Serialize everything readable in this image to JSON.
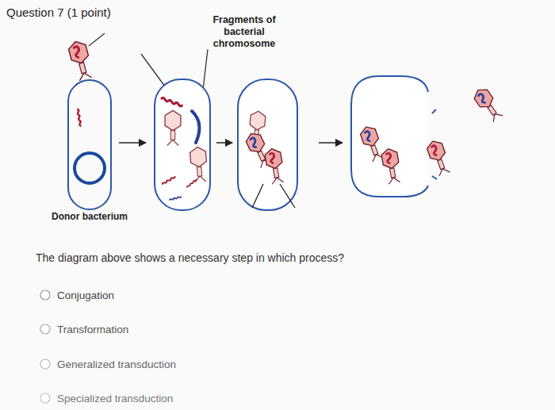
{
  "diagram": {
    "title": "Question 7 (1 point)",
    "nodes": [
      {
        "text": [
          "Donor bacterium"
        ]
      }
    ],
    "labels": [
      "Fragments of bacterial chromosome",
      "The diagram above shows a necessary step in which process?",
      "Conjugation",
      "Transformation",
      "Generalized transduction",
      "Specialized transduction"
    ]
  }
}
